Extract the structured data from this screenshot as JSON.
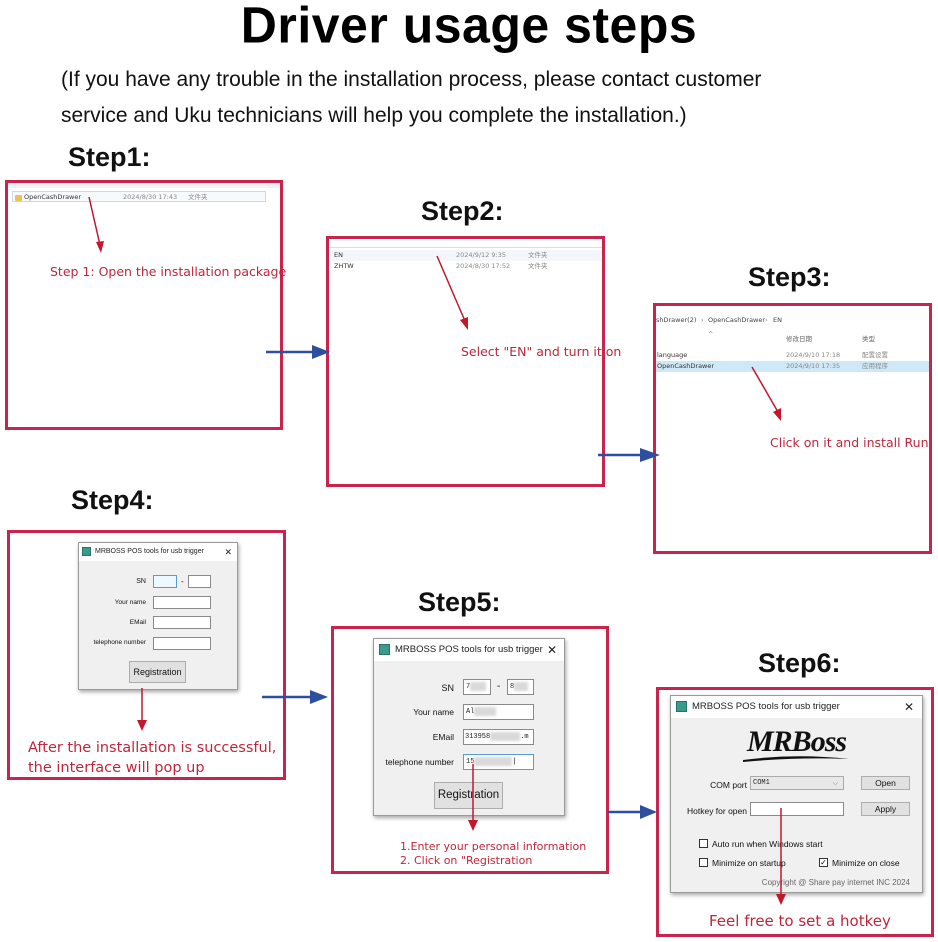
{
  "header": {
    "title": "Driver usage steps",
    "subtitle_line1": "(If you have any trouble in the installation process, please contact customer",
    "subtitle_line2": "service and Uku technicians will help you complete the installation.)"
  },
  "colors": {
    "frame": "#c8244c",
    "note_text": "#c0263b",
    "flow_arrow": "#2e4fa0",
    "pointer_arrow": "#c2182c",
    "selected_row": "#cde8f7"
  },
  "steps": [
    {
      "label": "Step1:",
      "note": "Step 1: Open the installation package",
      "rows": [
        {
          "name": "OpenCashDrawer",
          "date": "2024/8/30 17:43",
          "type": "文件夹"
        }
      ]
    },
    {
      "label": "Step2:",
      "note": "Select \"EN\" and turn it on",
      "rows": [
        {
          "name": "EN",
          "date": "2024/9/12 9:35",
          "type": "文件夹"
        },
        {
          "name": "ZHTW",
          "date": "2024/8/30 17:52",
          "type": "文件夹"
        }
      ]
    },
    {
      "label": "Step3:",
      "note": "Click on it and install Run",
      "breadcrumb": [
        "shDrawer(2)",
        "OpenCashDrawer",
        "EN"
      ],
      "columns": {
        "date": "修改日期",
        "type": "类型"
      },
      "rows": [
        {
          "name": "language",
          "date": "2024/9/10 17:18",
          "type": "配置设置"
        },
        {
          "name": "OpenCashDrawer",
          "date": "2024/9/10 17:35",
          "type": "应用程序",
          "selected": true
        }
      ]
    },
    {
      "label": "Step4:",
      "note_line1": "After the installation is successful,",
      "note_line2": "the interface will pop up",
      "dialog": {
        "title": "MRBOSS POS tools for usb trigger",
        "close": "✕",
        "sn_label": "SN",
        "sn_sep": "-",
        "name_label": "Your name",
        "email_label": "EMail",
        "phone_label": "telephone number",
        "button": "Registration"
      }
    },
    {
      "label": "Step5:",
      "note_line1": "1.Enter your personal information",
      "note_line2": "2. Click on \"Registration",
      "dialog": {
        "title": "MRBOSS POS tools for usb trigger",
        "close": "✕",
        "sn_label": "SN",
        "sn_sep": "-",
        "sn1_value": "7",
        "sn2_value": "8",
        "name_label": "Your name",
        "name_value": "Al",
        "email_label": "EMail",
        "email_value": "313958",
        "email_suffix": ".m",
        "phone_label": "telephone number",
        "phone_value": "15",
        "button": "Registration"
      }
    },
    {
      "label": "Step6:",
      "note": "Feel free to set a hotkey",
      "dialog": {
        "title": "MRBOSS POS tools for usb trigger",
        "close": "✕",
        "logo": "MRBoss",
        "com_label": "COM port",
        "com_value": "COM1",
        "open_button": "Open",
        "hotkey_label": "Hotkey for open",
        "hotkey_value": "",
        "apply_button": "Apply",
        "autorun_label": "Auto run when Windows start",
        "autorun_checked": false,
        "min_startup_label": "Minimize on startup",
        "min_startup_checked": false,
        "min_close_label": "Minimize on close",
        "min_close_checked": true,
        "copyright": "Copyright @ Share pay internet INC 2024"
      }
    }
  ]
}
